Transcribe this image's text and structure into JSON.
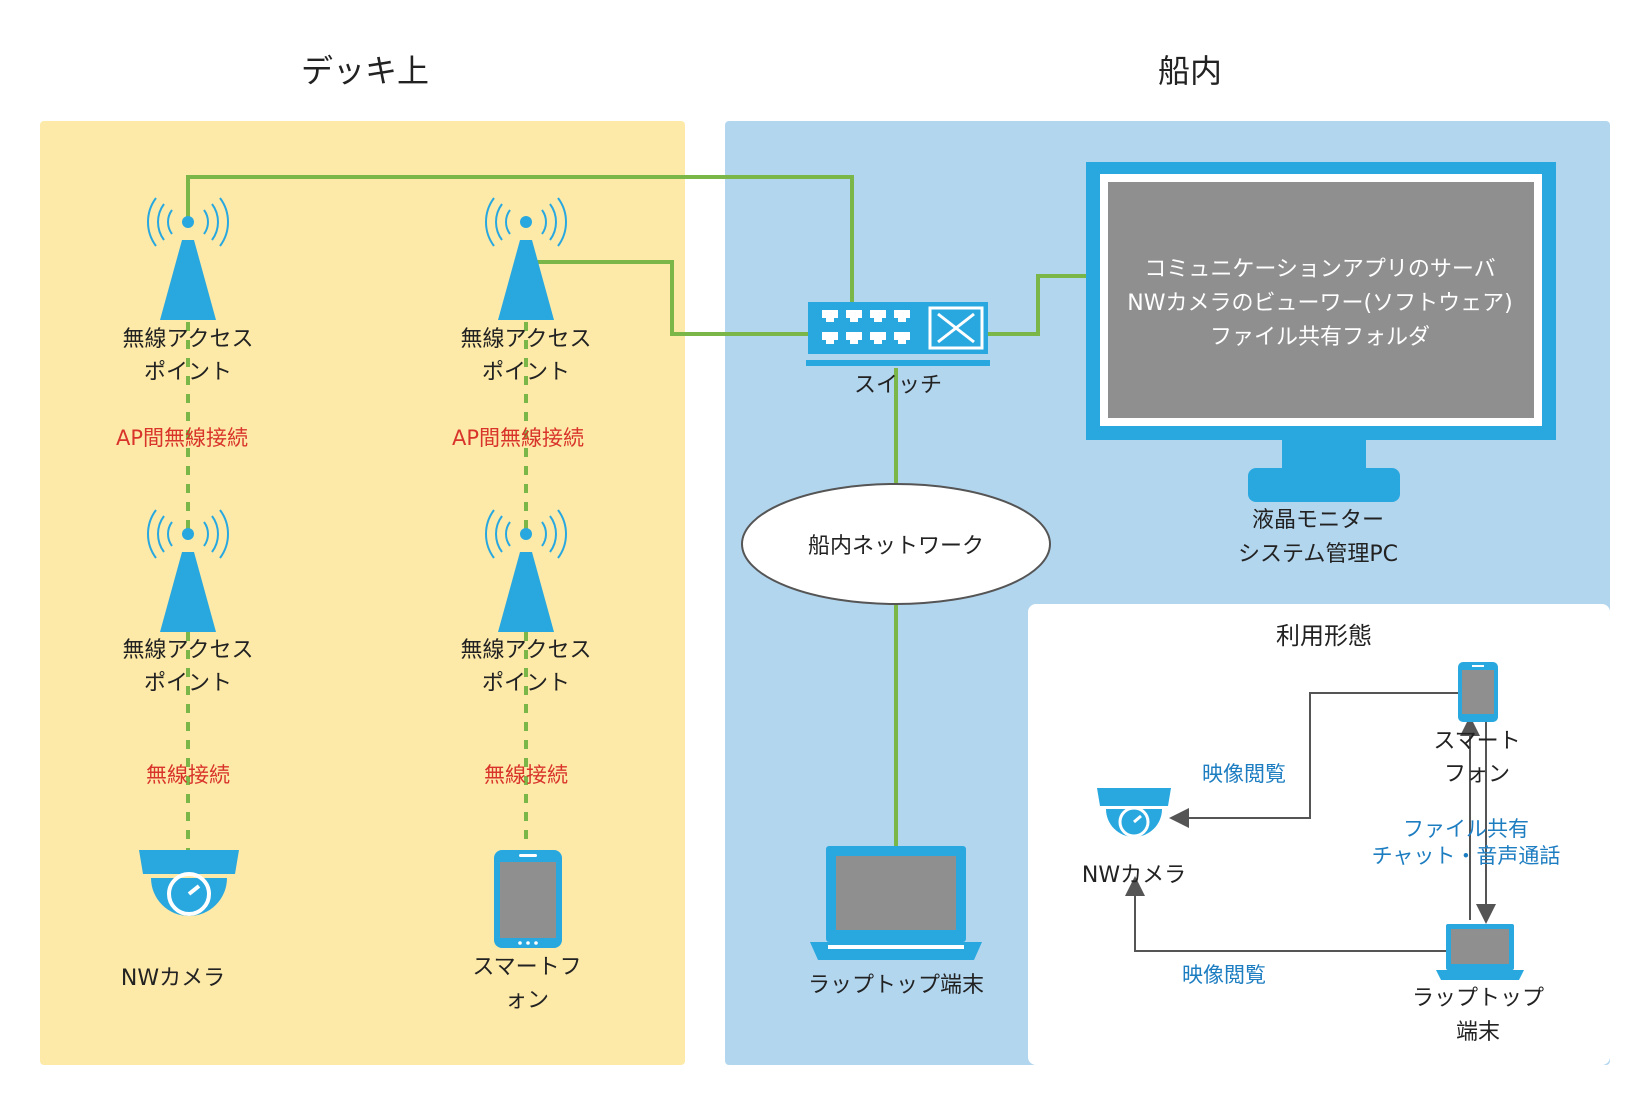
{
  "sections": {
    "deck_title": "デッキ上",
    "ship_title": "船内"
  },
  "deck": {
    "ap_label_line1": "無線アクセス",
    "ap_label_line2": "ポイント",
    "ap_link_label": "AP間無線接続",
    "wireless_link_label": "無線接続",
    "camera_label": "NWカメラ",
    "phone_label_line1": "スマートフ",
    "phone_label_line2": "ォン"
  },
  "ship": {
    "switch_label": "スイッチ",
    "network_label": "船内ネットワーク",
    "laptop_label": "ラップトップ端末",
    "monitor_text": [
      "コミュニケーションアプリのサーバ",
      "NWカメラのビューワー(ソフトウェア)",
      "ファイル共有フォルダ"
    ],
    "monitor_caption_line1": "液晶モニター",
    "monitor_caption_line2": "システム管理PC"
  },
  "usage": {
    "title": "利用形態",
    "phone_label_line1": "スマート",
    "phone_label_line2": "フォン",
    "camera_label": "NWカメラ",
    "laptop_label_line1": "ラップトップ",
    "laptop_label_line2": "端末",
    "video_view_top": "映像閲覧",
    "video_view_bottom": "映像閲覧",
    "share_line1": "ファイル共有",
    "share_line2": "チャット・音声通話"
  },
  "colors": {
    "deck_bg": "#fdeaa8",
    "ship_bg": "#b3d6ef",
    "device_blue": "#29a8e0",
    "cable_green": "#7ab648",
    "link_red": "#d9342b",
    "usage_blue": "#1d7dc1"
  }
}
